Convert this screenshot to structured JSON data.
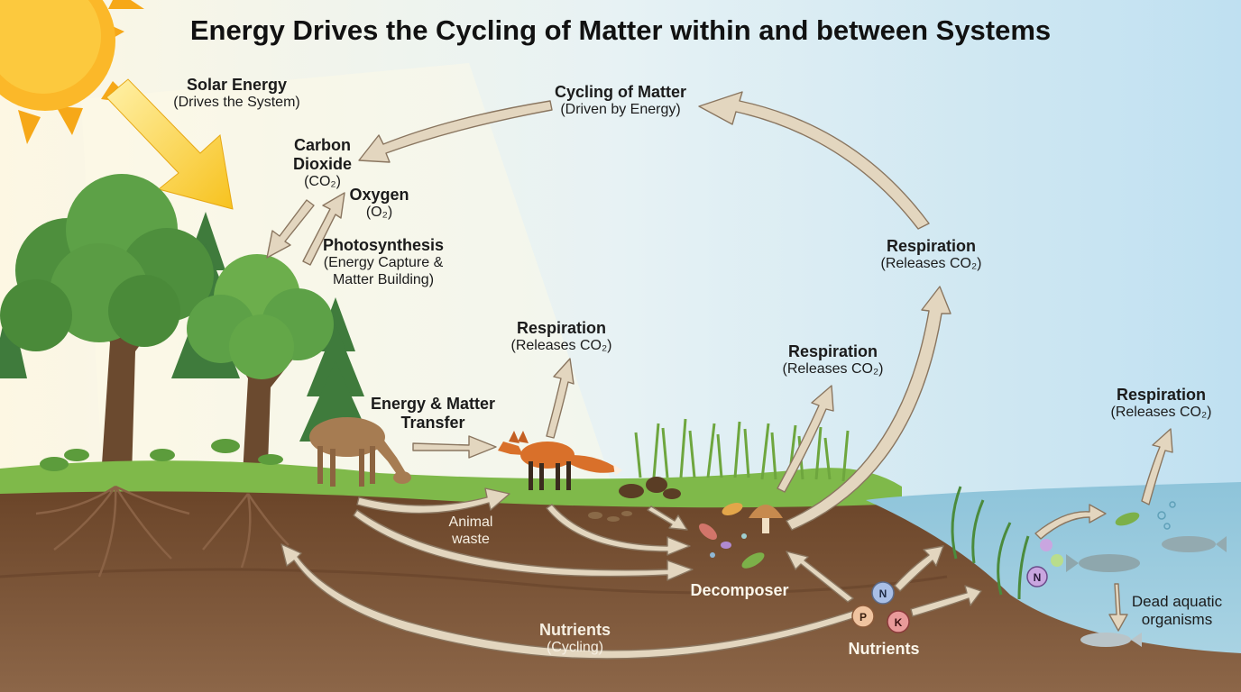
{
  "title": "Energy Drives the Cycling of Matter within and between Systems",
  "labels": {
    "solar": {
      "heading": "Solar Energy",
      "sub": "(Drives the System)"
    },
    "cycling": {
      "heading": "Cycling of Matter",
      "sub": "(Driven by Energy)"
    },
    "co2": {
      "line1": "Carbon",
      "line2": "Dioxide",
      "formula": "(CO₂)"
    },
    "o2": {
      "heading": "Oxygen",
      "formula": "(O₂)"
    },
    "photo": {
      "heading": "Photosynthesis",
      "sub1": "(Energy Capture &",
      "sub2": "Matter Building)"
    },
    "resp_right": {
      "heading": "Respiration",
      "sub": "(Releases CO₂)"
    },
    "resp_fox": {
      "heading": "Respiration",
      "sub": "(Releases CO₂)"
    },
    "resp_mid": {
      "heading": "Respiration",
      "sub": "(Releases CO₂)"
    },
    "resp_water": {
      "heading": "Respiration",
      "sub": "(Releases CO₂)"
    },
    "transfer": {
      "line1": "Energy & Matter",
      "line2": "Transfer"
    },
    "waste": {
      "line1": "Animal",
      "line2": "waste"
    },
    "decomposer": "Decomposer",
    "nutrients_cycle": {
      "heading": "Nutrients",
      "sub": "(Cycling)"
    },
    "nutrients": "Nutrients",
    "dead": {
      "line1": "Dead aquatic",
      "line2": "organisms"
    }
  },
  "nutrient_symbols": [
    "N",
    "P",
    "K"
  ],
  "water_nutrient_symbol": "N",
  "icons": [
    "sun-icon",
    "deer-icon",
    "fox-icon",
    "fish-icon",
    "mushroom-icon",
    "bacteria-icon",
    "tree-icon"
  ],
  "colors": {
    "sky": "#dceef7",
    "arrow": "#e3d6bf",
    "arrow_edge": "#8a7660",
    "soil": "#6e4a30",
    "grass": "#7fb94a",
    "water": "#8fc3d8",
    "sun": "#fbb829"
  }
}
